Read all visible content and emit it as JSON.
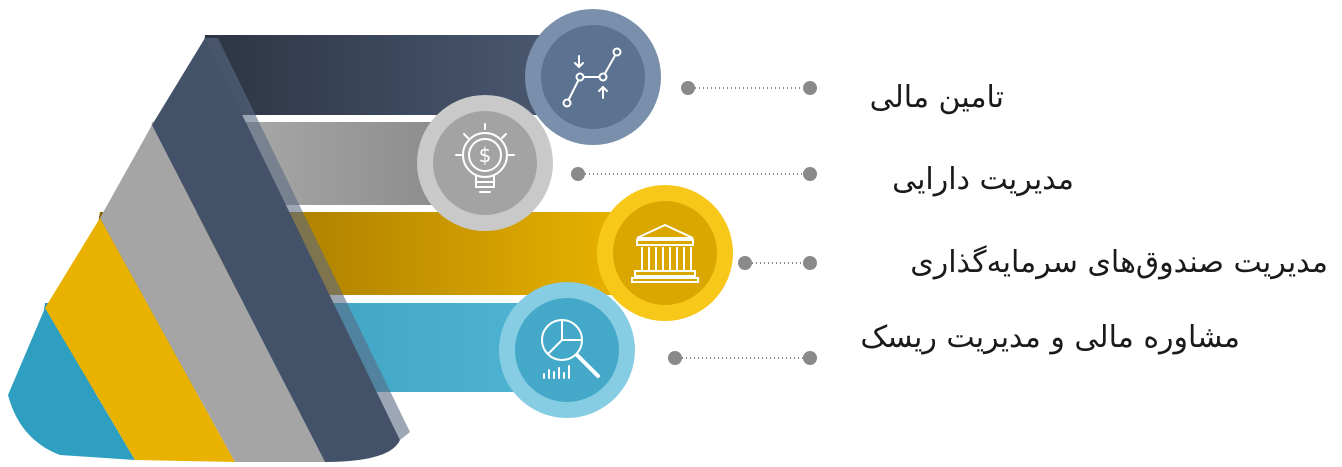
{
  "items": [
    {
      "label": "تامین مالی",
      "icon": "growth-chart-icon",
      "color": "#5a7190",
      "ring": "#7c8fad",
      "band_dark": "#2f3a4c",
      "band_light": "#48566e"
    },
    {
      "label": "مدیریت دارایی",
      "icon": "money-lightbulb-icon",
      "color": "#8d8d8d",
      "ring": "#c4c4c4",
      "band_dark": "#7d7d7d",
      "band_light": "#a8a8a8"
    },
    {
      "label": "مدیریت صندوق‌های سرمایه‌گذاری",
      "icon": "bank-building-icon",
      "color": "#d9a800",
      "ring": "#f4c518",
      "band_dark": "#9a7000",
      "band_light": "#e5b000"
    },
    {
      "label": "مشاوره مالی و مدیریت ریسک",
      "icon": "pie-chart-magnifier-icon",
      "color": "#3ba3c4",
      "ring": "#7ec9e0",
      "band_dark": "#2f8fae",
      "band_light": "#45b0cf"
    }
  ],
  "dot_color": "#8a8a8a"
}
